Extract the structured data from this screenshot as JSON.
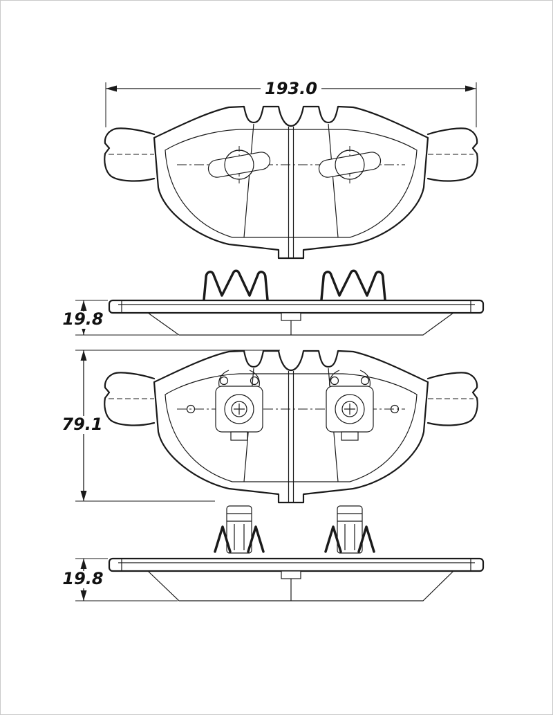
{
  "meta": {
    "ink_color": "#1a1a1a",
    "background_color": "#ffffff"
  },
  "dimensions": {
    "overall_width": "193.0",
    "pad_thickness_upper": "19.8",
    "pad_height": "79.1",
    "pad_thickness_lower": "19.8"
  }
}
